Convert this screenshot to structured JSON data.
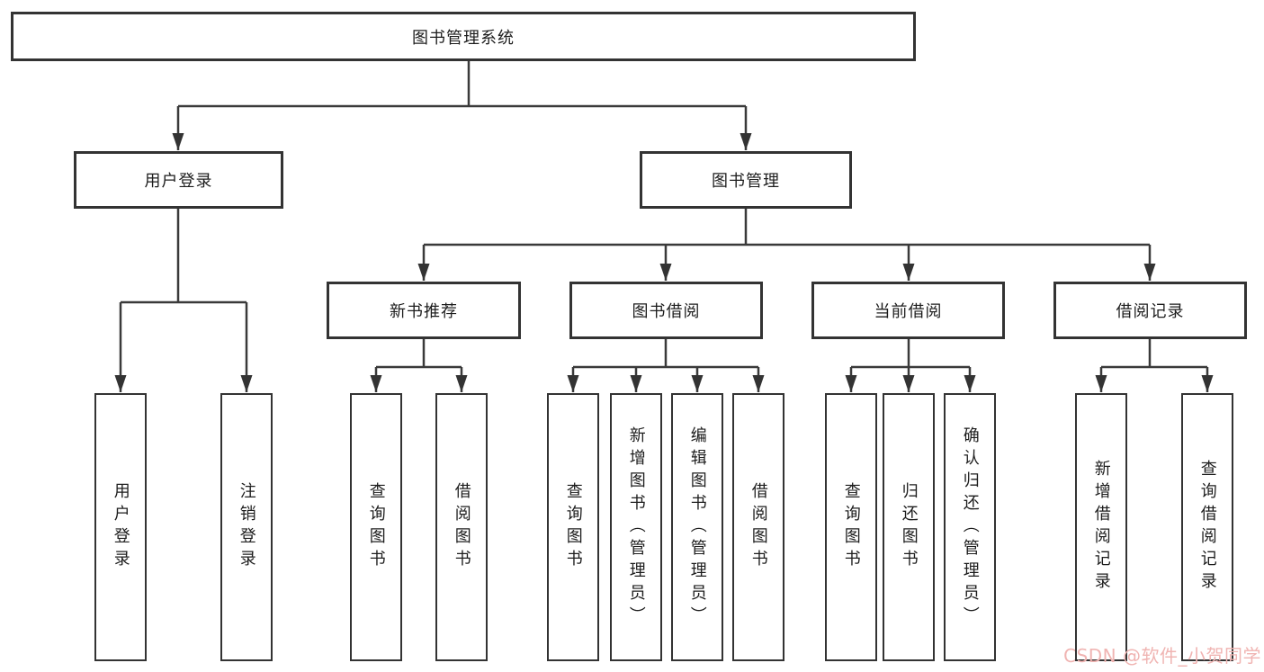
{
  "title": "图书管理系统",
  "watermark": "CSDN @软件_小贺同学",
  "colors": {
    "line": "#3a3a3a",
    "box_border": "#333333",
    "text": "#1d1d1d",
    "watermark_text": "#f0b4b2",
    "background": "#ffffff"
  },
  "tree": {
    "label": "图书管理系统",
    "children": [
      {
        "label": "用户登录",
        "children": [
          {
            "label": "用户登录"
          },
          {
            "label": "注销登录"
          }
        ]
      },
      {
        "label": "图书管理",
        "children": [
          {
            "label": "新书推荐",
            "children": [
              {
                "label": "查询图书"
              },
              {
                "label": "借阅图书"
              }
            ]
          },
          {
            "label": "图书借阅",
            "children": [
              {
                "label": "查询图书"
              },
              {
                "label": "新增图书（管理员）"
              },
              {
                "label": "编辑图书（管理员）"
              },
              {
                "label": "借阅图书"
              }
            ]
          },
          {
            "label": "当前借阅",
            "children": [
              {
                "label": "查询图书"
              },
              {
                "label": "归还图书"
              },
              {
                "label": "确认归还（管理员）"
              }
            ]
          },
          {
            "label": "借阅记录",
            "children": [
              {
                "label": "新增借阅记录"
              },
              {
                "label": "查询借阅记录"
              }
            ]
          }
        ]
      }
    ]
  }
}
